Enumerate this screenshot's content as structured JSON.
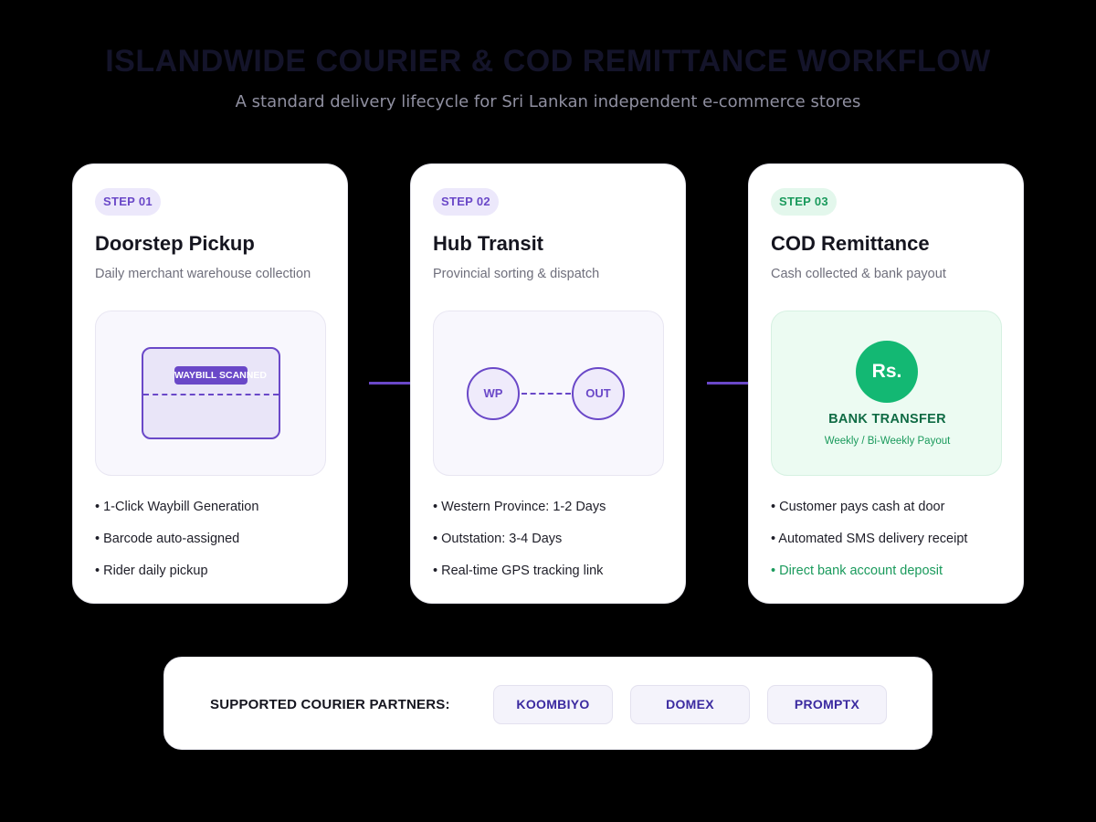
{
  "header": {
    "title": "ISLANDWIDE COURIER & COD REMITTANCE WORKFLOW",
    "subtitle": "A standard delivery lifecycle for Sri Lankan independent e-commerce stores"
  },
  "steps": [
    {
      "badge": "STEP 01",
      "title": "Doorstep Pickup",
      "subtitle": "Daily merchant warehouse collection",
      "visual": {
        "tag": "WAYBILL SCANNED"
      },
      "features": [
        "• 1-Click Waybill Generation",
        "• Barcode auto-assigned",
        "• Rider daily pickup"
      ]
    },
    {
      "badge": "STEP 02",
      "title": "Hub Transit",
      "subtitle": "Provincial sorting & dispatch",
      "visual": {
        "from": "WP",
        "to": "OUT"
      },
      "features": [
        "• Western Province: 1-2 Days",
        "• Outstation: 3-4 Days",
        "• Real-time GPS tracking link"
      ]
    },
    {
      "badge": "STEP 03",
      "title": "COD Remittance",
      "subtitle": "Cash collected & bank payout",
      "visual": {
        "symbol": "Rs.",
        "title": "BANK TRANSFER",
        "subtitle": "Weekly / Bi-Weekly Payout"
      },
      "features": [
        "• Customer pays cash at door",
        "• Automated SMS delivery receipt",
        "• Direct bank account deposit"
      ]
    }
  ],
  "partners": {
    "label": "SUPPORTED COURIER PARTNERS:",
    "items": [
      "KOOMBIYO",
      "DOMEX",
      "PROMPTX"
    ]
  },
  "colors": {
    "accent_purple": "#6a48c8",
    "accent_green": "#13b873",
    "background": "#000000"
  }
}
